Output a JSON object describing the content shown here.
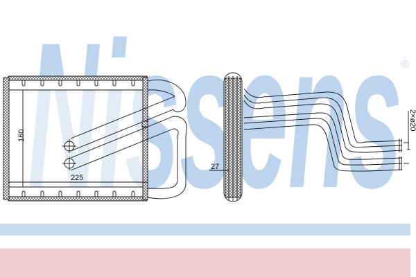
{
  "brand": {
    "watermark_text": "Nissens",
    "registered_mark": "®",
    "watermark_color": "#bcd4ee"
  },
  "diagram": {
    "title": "Heater core technical drawing",
    "front_view": {
      "width_label": "225",
      "height_label": "160"
    },
    "side_view": {
      "depth_label": "27",
      "pipe_label": "2×ø20"
    },
    "line_color": "#111111"
  },
  "bands": {
    "blue_color": "#c8dcf0",
    "pink_color": "#f0ccd4"
  }
}
